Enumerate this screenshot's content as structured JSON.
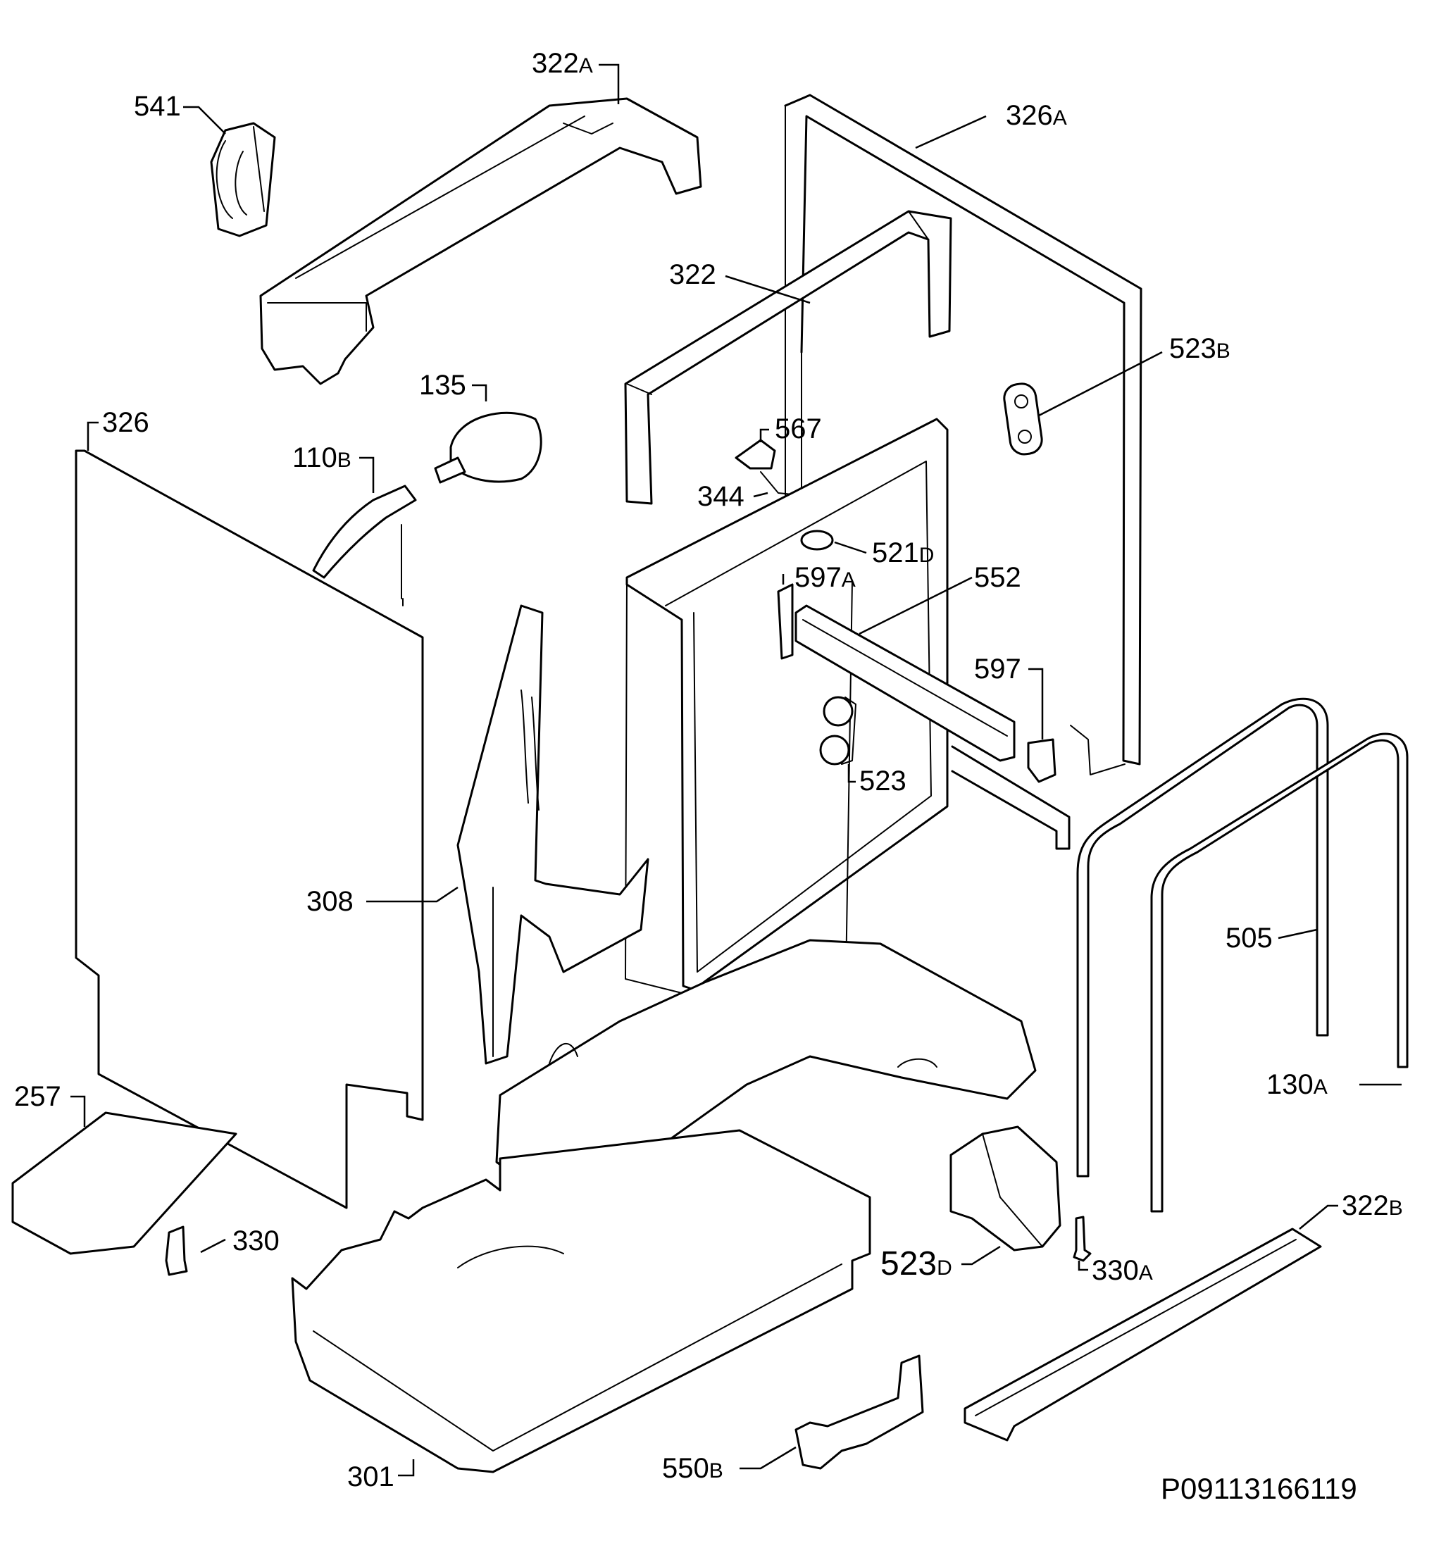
{
  "diagram": {
    "document_number": "P09113166119",
    "callouts": [
      {
        "id": "c322a",
        "num": "322",
        "suffix": "A"
      },
      {
        "id": "c541",
        "num": "541",
        "suffix": ""
      },
      {
        "id": "c326a",
        "num": "326",
        "suffix": "A"
      },
      {
        "id": "c322",
        "num": "322",
        "suffix": ""
      },
      {
        "id": "c523b",
        "num": "523",
        "suffix": "B"
      },
      {
        "id": "c135",
        "num": "135",
        "suffix": ""
      },
      {
        "id": "c326",
        "num": "326",
        "suffix": ""
      },
      {
        "id": "c567",
        "num": "567",
        "suffix": ""
      },
      {
        "id": "c110b",
        "num": "110",
        "suffix": "B"
      },
      {
        "id": "c344",
        "num": "344",
        "suffix": ""
      },
      {
        "id": "c521d",
        "num": "521",
        "suffix": "D"
      },
      {
        "id": "c597a",
        "num": "597",
        "suffix": "A"
      },
      {
        "id": "c552",
        "num": "552",
        "suffix": ""
      },
      {
        "id": "c597",
        "num": "597",
        "suffix": ""
      },
      {
        "id": "c523",
        "num": "523",
        "suffix": ""
      },
      {
        "id": "c308",
        "num": "308",
        "suffix": ""
      },
      {
        "id": "c505",
        "num": "505",
        "suffix": ""
      },
      {
        "id": "c257",
        "num": "257",
        "suffix": ""
      },
      {
        "id": "c130a",
        "num": "130",
        "suffix": "A"
      },
      {
        "id": "c330",
        "num": "330",
        "suffix": ""
      },
      {
        "id": "c322b",
        "num": "322",
        "suffix": "B"
      },
      {
        "id": "c523d",
        "num": "523",
        "suffix": "D"
      },
      {
        "id": "c330a",
        "num": "330",
        "suffix": "A"
      },
      {
        "id": "c550b",
        "num": "550",
        "suffix": "B"
      },
      {
        "id": "c301",
        "num": "301",
        "suffix": ""
      }
    ]
  }
}
